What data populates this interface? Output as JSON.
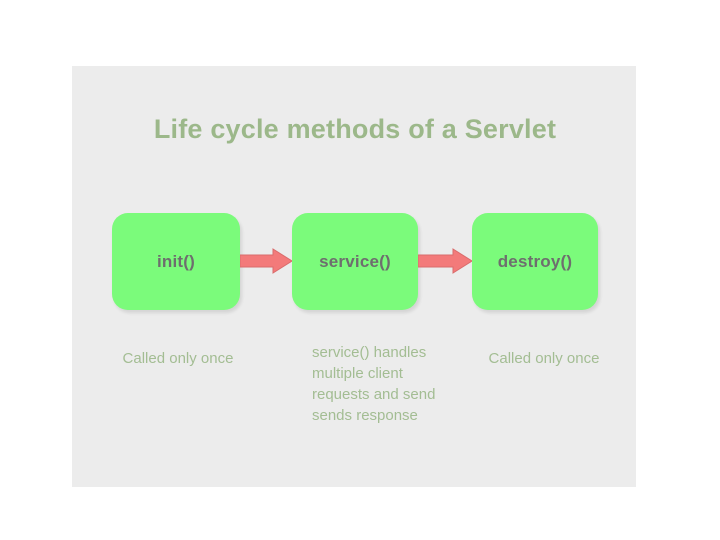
{
  "slide": {
    "title": "Life cycle methods of a Servlet",
    "background_color": "#ececec",
    "page_background_color": "#ffffff",
    "title_color": "#9cb88a",
    "box_color": "#7bfb7b",
    "box_label_color": "#6e6e6e",
    "arrow_color": "#f37a7a",
    "caption_color": "#a3bd93"
  },
  "lifecycle": {
    "steps": [
      {
        "id": "init",
        "label": "init()",
        "caption": "Called only once"
      },
      {
        "id": "service",
        "label": "service()",
        "caption": "service() handles multiple client requests and send sends response"
      },
      {
        "id": "destroy",
        "label": "destroy()",
        "caption": "Called only once"
      }
    ],
    "arrows": [
      {
        "id": "init-to-service",
        "from": "init",
        "to": "service"
      },
      {
        "id": "service-to-destroy",
        "from": "service",
        "to": "destroy"
      }
    ]
  }
}
